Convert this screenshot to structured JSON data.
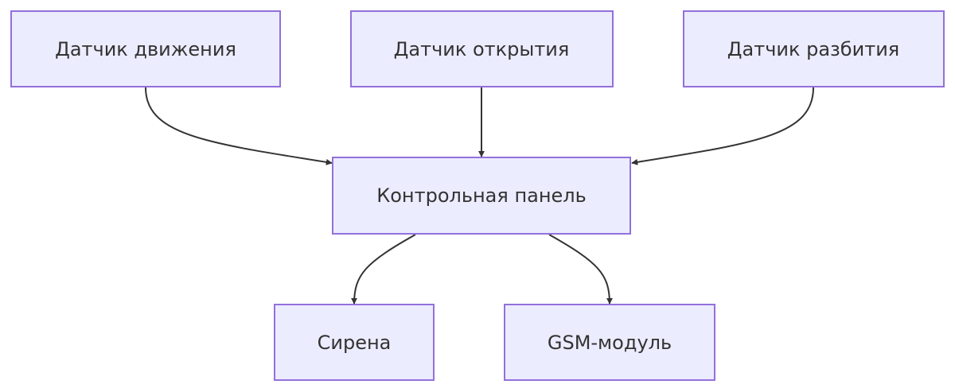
{
  "diagram": {
    "type": "flowchart",
    "nodes": {
      "motion_sensor": "Датчик движения",
      "open_sensor": "Датчик открытия",
      "break_sensor": "Датчик разбития",
      "control_panel": "Контрольная панель",
      "siren": "Сирена",
      "gsm_module": "GSM-модуль"
    },
    "edges": [
      {
        "from": "motion_sensor",
        "to": "control_panel"
      },
      {
        "from": "open_sensor",
        "to": "control_panel"
      },
      {
        "from": "break_sensor",
        "to": "control_panel"
      },
      {
        "from": "control_panel",
        "to": "siren"
      },
      {
        "from": "control_panel",
        "to": "gsm_module"
      }
    ],
    "colors": {
      "node_fill": "#ECECFF",
      "node_stroke": "#9370DB",
      "edge": "#333333",
      "text": "#333333"
    }
  }
}
